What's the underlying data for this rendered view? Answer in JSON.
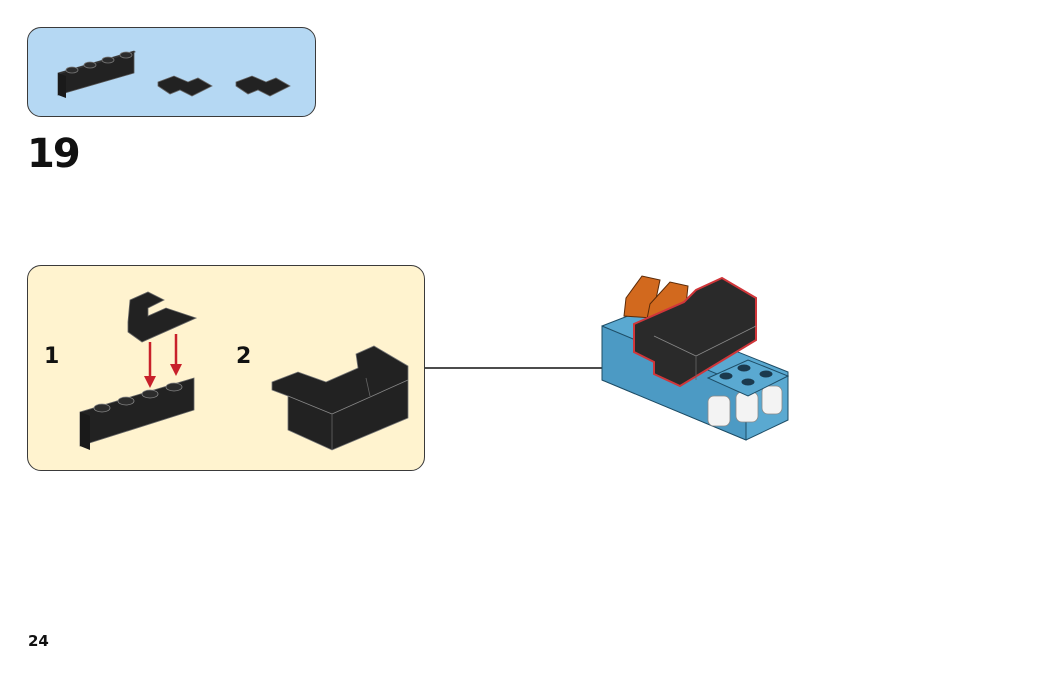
{
  "page": {
    "step_number": "19",
    "page_number": "24"
  },
  "parts_list": {
    "background_color": "#b5d8f3",
    "items": [
      {
        "name": "1x4 brick",
        "color": "black",
        "quantity": 1
      },
      {
        "name": "2x2 corner plate",
        "color": "black",
        "quantity": 1
      },
      {
        "name": "2x2 corner plate",
        "color": "black",
        "quantity": 1
      }
    ]
  },
  "sub_assembly": {
    "background_color": "#fff3cf",
    "steps": [
      {
        "label": "1"
      },
      {
        "label": "2"
      }
    ]
  },
  "colors": {
    "black_brick": "#2a2a2a",
    "azure": "#5aa9d1",
    "orange": "#d2691e",
    "highlight_red": "#d0363a",
    "arrow_red": "#c8202a"
  }
}
